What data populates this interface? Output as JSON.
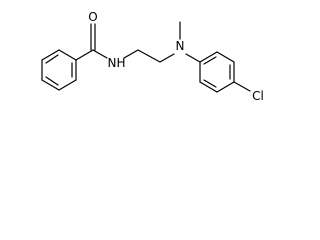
{
  "molecule": {
    "atoms": {
      "oxygen": "O",
      "amide_nitrogen": "N",
      "amide_hydrogen": "H",
      "amine_nitrogen": "N",
      "chlorine": "Cl"
    }
  },
  "colors": {
    "bond": "#000000",
    "background": "#ffffff"
  }
}
